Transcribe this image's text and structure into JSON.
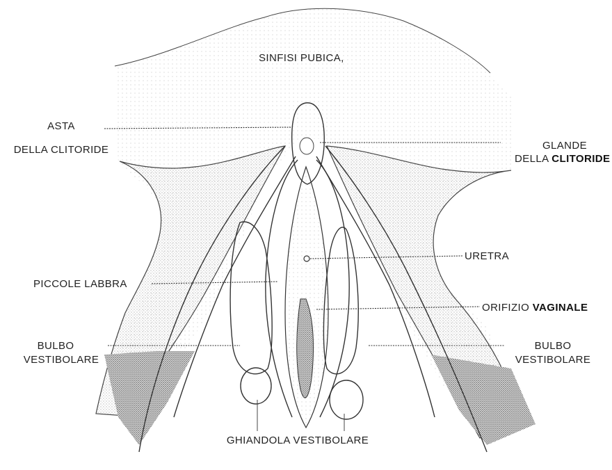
{
  "labels": {
    "sinfisi_pubica": "SINFISI PUBICA,",
    "asta_line1": "ASTA",
    "asta_line2": "DELLA CLITORIDE",
    "glande_line1": "GLANDE",
    "glande_line2a": "DELLA ",
    "glande_line2b": "CLITORIDE",
    "uretra": "URETRA",
    "piccole_labbra": "PICCOLE LABBRA",
    "orifizio_a": "ORIFIZIO ",
    "orifizio_b": "VAGINALE",
    "bulbo_left_1": "BULBO",
    "bulbo_left_2": "VESTIBOLARE",
    "bulbo_right_1": "BULBO",
    "bulbo_right_2": "VESTIBOLARE",
    "ghiandola": "GHIANDOLA VESTIBOLARE"
  }
}
